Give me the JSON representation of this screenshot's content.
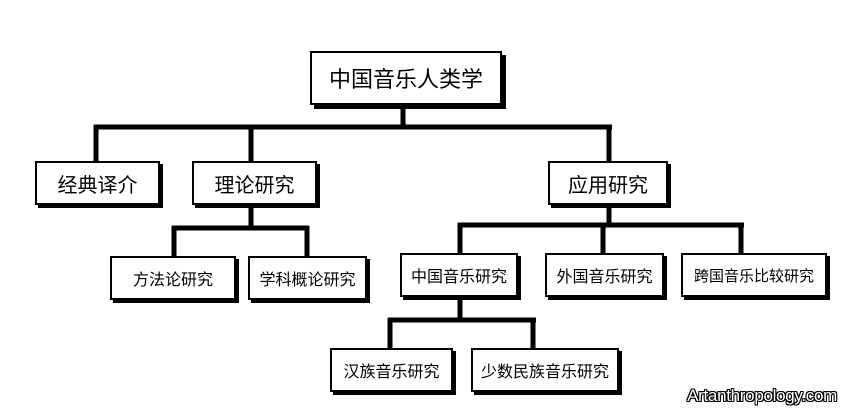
{
  "nodes": {
    "root": "中国音乐人类学",
    "classics": "经典译介",
    "theory": "理论研究",
    "applied": "应用研究",
    "methodology": "方法论研究",
    "disciplinary": "学科概论研究",
    "chinese_music": "中国音乐研究",
    "foreign_music": "外国音乐研究",
    "cross_cultural": "跨国音乐比较研究",
    "han_music": "汉族音乐研究",
    "minority_music": "少数民族音乐研究"
  },
  "watermark": "Artanthropology.com",
  "colors": {
    "line": "#000000",
    "box_border": "#000000",
    "background": "#ffffff",
    "text": "#000000"
  }
}
